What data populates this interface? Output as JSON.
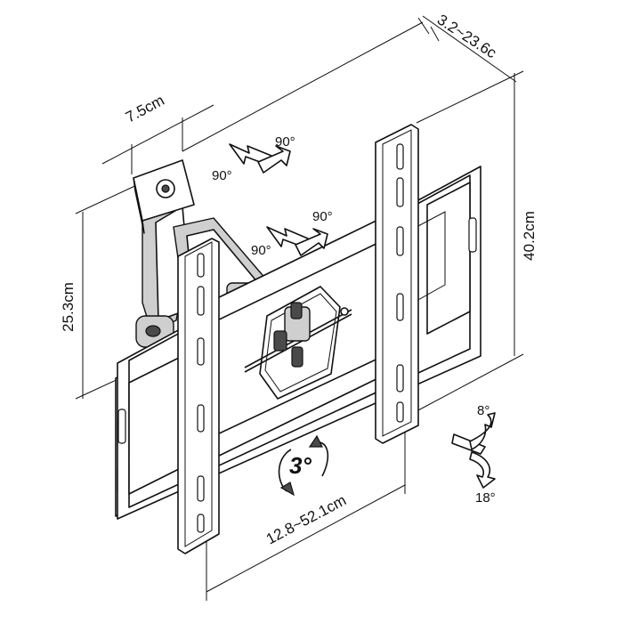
{
  "dimensions": {
    "arm_width": "7.5cm",
    "depth": "3.2~23.6c",
    "height": "40.2cm",
    "wall_plate_height": "25.3cm",
    "width": "12.8~52.1cm"
  },
  "angles": {
    "swivel_top_left": "90°",
    "swivel_top_right": "90°",
    "swivel_mid_left": "90°",
    "swivel_mid_right": "90°",
    "tilt_up": "8°",
    "tilt_down": "18°",
    "rotation": "3°"
  },
  "colors": {
    "line": "#111111",
    "shade": "#cfcfcf",
    "dark": "#4a4a4a"
  }
}
